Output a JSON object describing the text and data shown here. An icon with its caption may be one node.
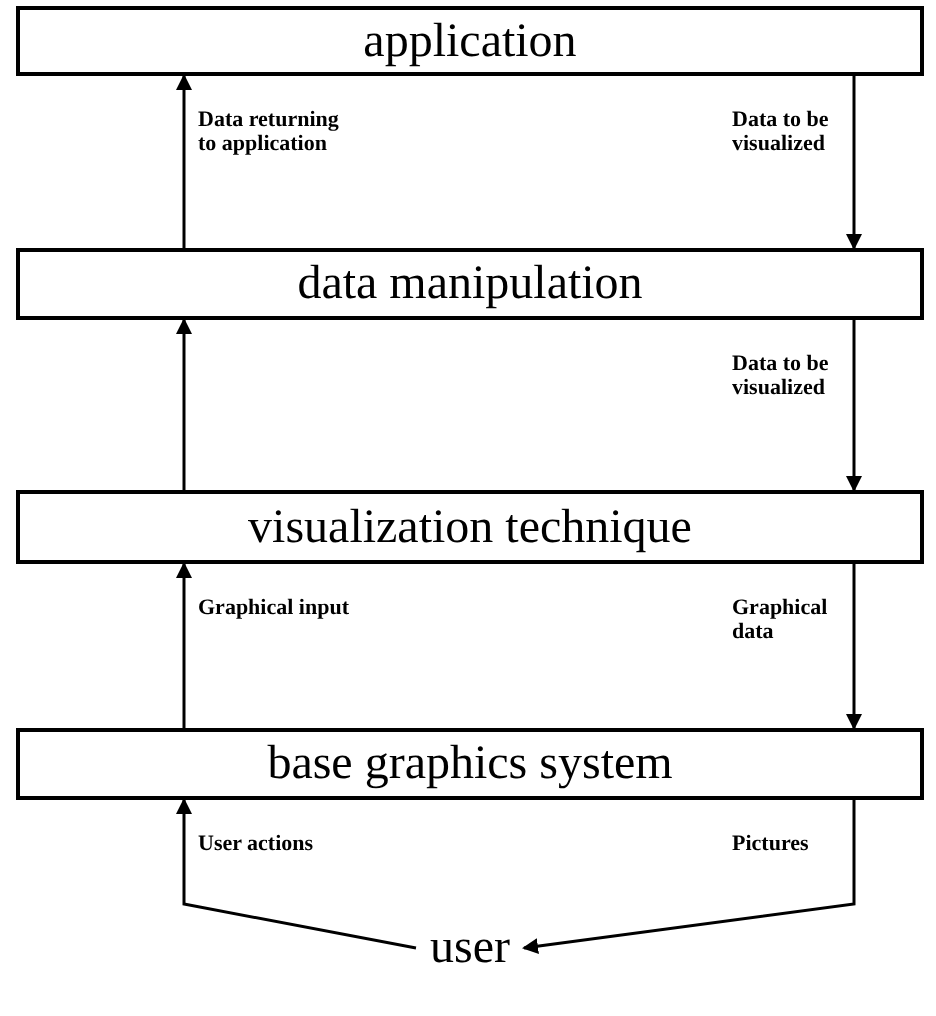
{
  "diagram": {
    "nodes": [
      {
        "text": [
          "application"
        ]
      },
      {
        "text": [
          "data manipulation"
        ]
      },
      {
        "text": [
          "visualization technique"
        ]
      },
      {
        "text": [
          "base graphics system"
        ]
      },
      {
        "text": [
          "user"
        ]
      }
    ],
    "edges": [
      {
        "from": 1,
        "to": 0,
        "arrow": "to",
        "label": "Data returning to application"
      },
      {
        "from": 0,
        "to": 1,
        "arrow": "to",
        "label": "Data to be visualized"
      },
      {
        "from": 2,
        "to": 1,
        "arrow": "to"
      },
      {
        "from": 1,
        "to": 2,
        "arrow": "to",
        "label": "Data to be visualized"
      },
      {
        "from": 3,
        "to": 2,
        "arrow": "to",
        "label": "Graphical input"
      },
      {
        "from": 2,
        "to": 3,
        "arrow": "to",
        "label": "Graphical data"
      },
      {
        "from": 4,
        "to": 3,
        "arrow": "to",
        "label": "User actions"
      },
      {
        "from": 3,
        "to": 4,
        "arrow": "to",
        "label": "Pictures"
      }
    ]
  }
}
